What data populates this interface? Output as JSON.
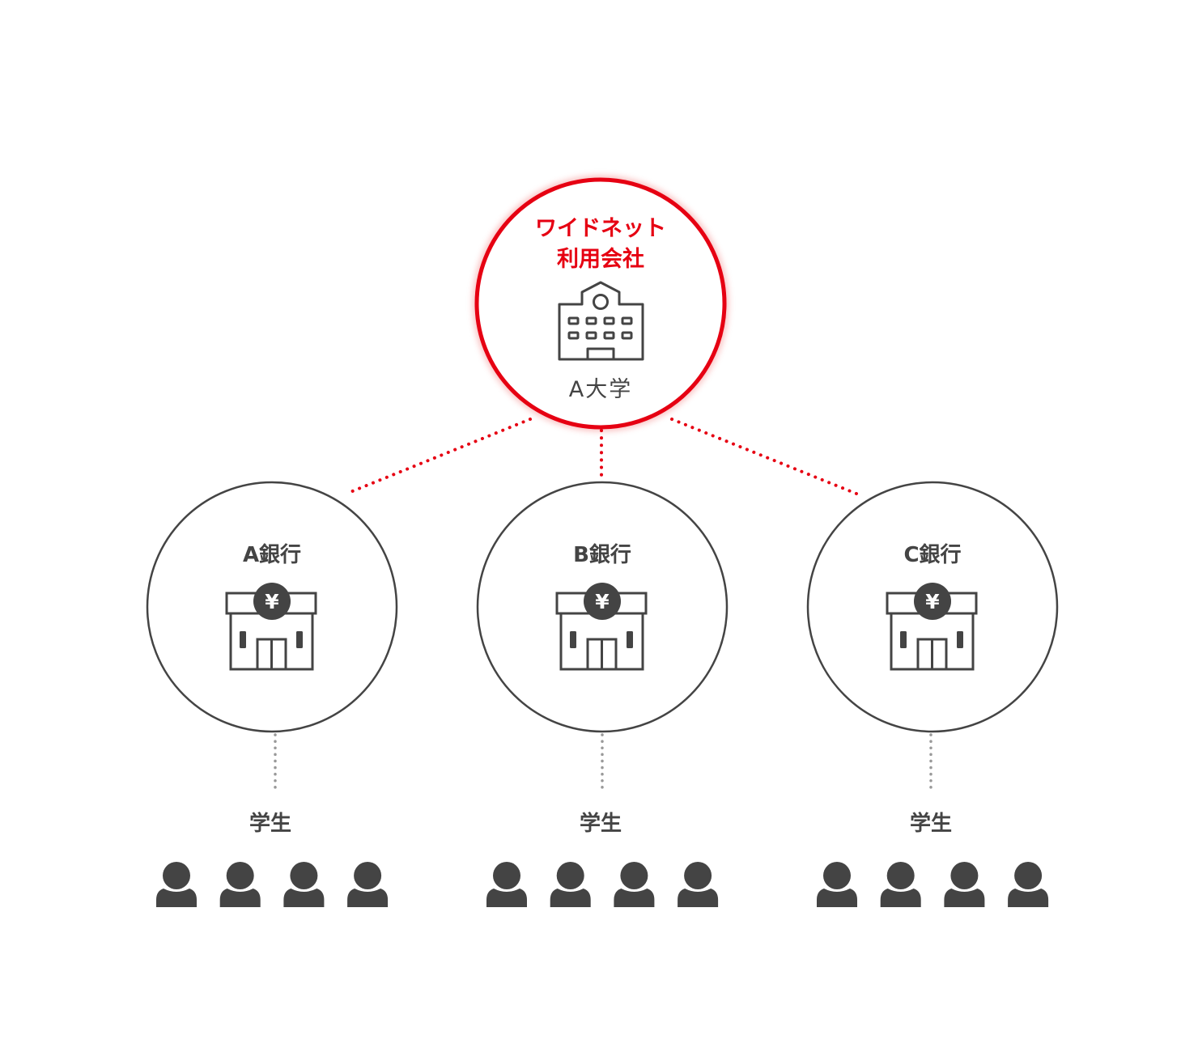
{
  "center": {
    "title_line1": "ワイドネット",
    "title_line2": "利用会社",
    "name": "A大学",
    "icon": "school-building-icon"
  },
  "banks": [
    {
      "name": "A銀行",
      "icon": "bank-yen-icon",
      "students_label": "学生",
      "student_count": 4
    },
    {
      "name": "B銀行",
      "icon": "bank-yen-icon",
      "students_label": "学生",
      "student_count": 4
    },
    {
      "name": "C銀行",
      "icon": "bank-yen-icon",
      "students_label": "学生",
      "student_count": 4
    }
  ],
  "yen_symbol": "¥",
  "colors": {
    "accent": "#e60012",
    "icon": "#444444",
    "connector_gray": "#999999"
  }
}
